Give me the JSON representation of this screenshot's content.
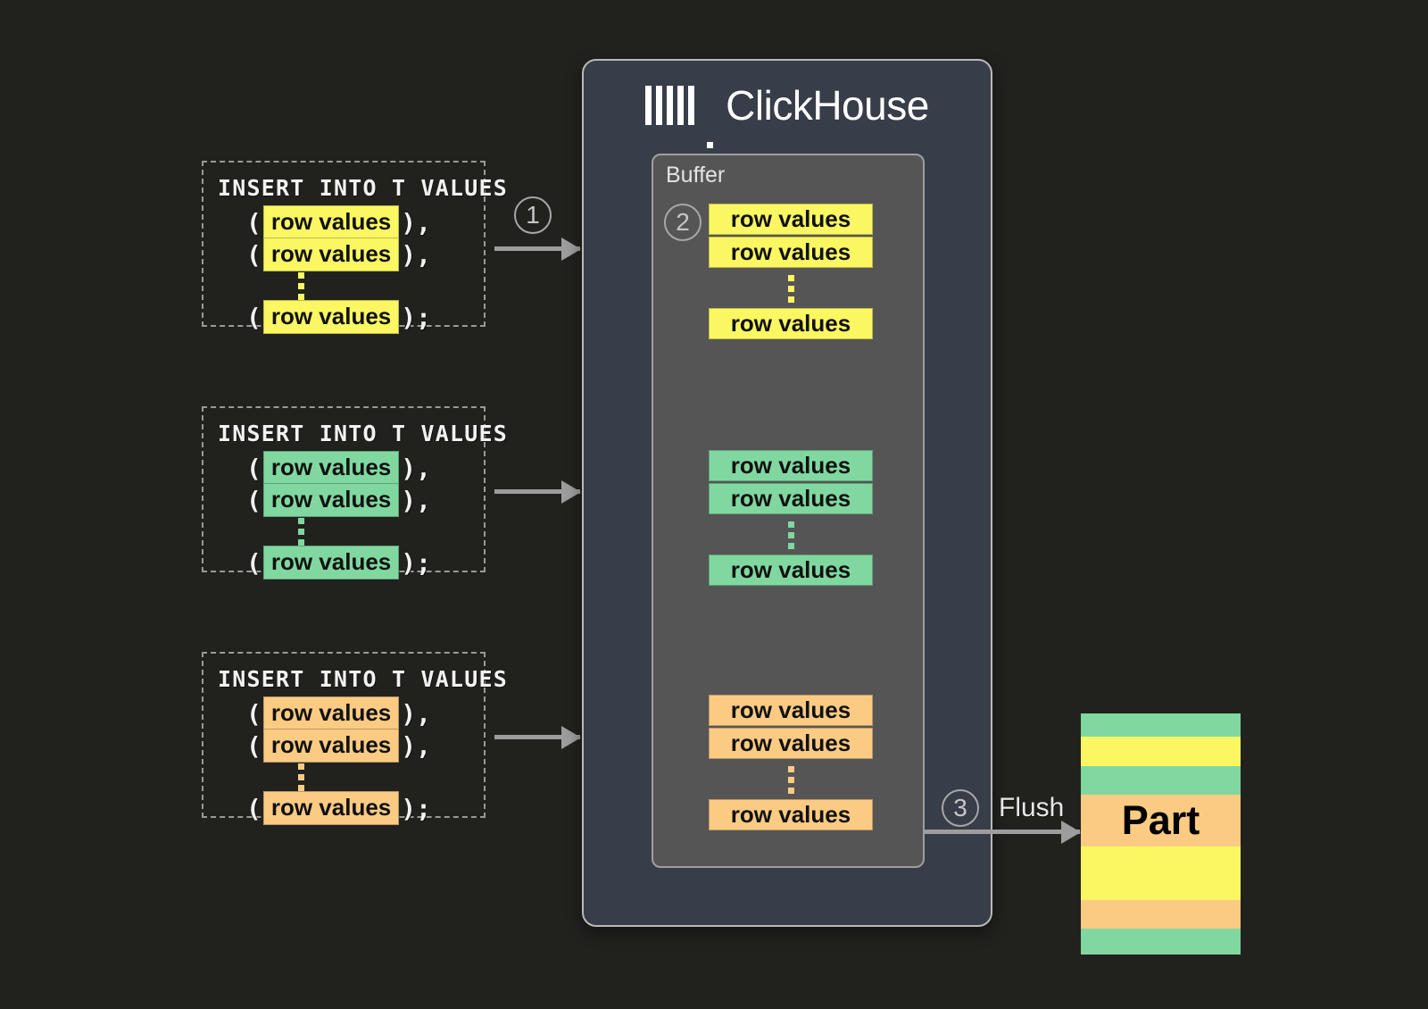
{
  "background": "#21221e",
  "colors": {
    "yellow": "#fbf763",
    "green": "#80d8a0",
    "orange": "#fbcb84",
    "panel_bg": "#373d49",
    "buffer_bg": "#555555",
    "line": "#9d9d9d",
    "text_light": "#f2f2f0"
  },
  "inserts": [
    {
      "header": "INSERT INTO T VALUES",
      "color": "#fbf763",
      "rows": [
        {
          "open": "(",
          "label": "row values",
          "close": "),"
        },
        {
          "open": "(",
          "label": "row values",
          "close": "),"
        },
        {
          "open": "(",
          "label": "row values",
          "close": ");"
        }
      ]
    },
    {
      "header": "INSERT INTO T VALUES",
      "color": "#80d8a0",
      "rows": [
        {
          "open": "(",
          "label": "row values",
          "close": "),"
        },
        {
          "open": "(",
          "label": "row values",
          "close": "),"
        },
        {
          "open": "(",
          "label": "row values",
          "close": ");"
        }
      ]
    },
    {
      "header": "INSERT INTO T VALUES",
      "color": "#fbcb84",
      "rows": [
        {
          "open": "(",
          "label": "row values",
          "close": "),"
        },
        {
          "open": "(",
          "label": "row values",
          "close": "),"
        },
        {
          "open": "(",
          "label": "row values",
          "close": ");"
        }
      ]
    }
  ],
  "clickhouse": {
    "title": "ClickHouse",
    "logo_bars": 5,
    "buffer": {
      "label": "Buffer",
      "groups": [
        {
          "color": "#fbf763",
          "rows": [
            "row values",
            "row values",
            "row values"
          ]
        },
        {
          "color": "#80d8a0",
          "rows": [
            "row values",
            "row values",
            "row values"
          ]
        },
        {
          "color": "#fbcb84",
          "rows": [
            "row values",
            "row values",
            "row values"
          ]
        }
      ]
    }
  },
  "steps": [
    {
      "number": "①",
      "plain": "1"
    },
    {
      "number": "②",
      "plain": "2"
    },
    {
      "number": "③",
      "plain": "3"
    }
  ],
  "flush": {
    "label": "Flush"
  },
  "part": {
    "label": "Part",
    "stripes": [
      {
        "color": "#80d8a0",
        "height": 26
      },
      {
        "color": "#fbf763",
        "height": 33
      },
      {
        "color": "#80d8a0",
        "height": 32
      },
      {
        "color": "#fbcb84",
        "height": 58,
        "label": "Part"
      },
      {
        "color": "#fbf763",
        "height": 60
      },
      {
        "color": "#fbcb84",
        "height": 32
      },
      {
        "color": "#80d8a0",
        "height": 29
      }
    ]
  }
}
